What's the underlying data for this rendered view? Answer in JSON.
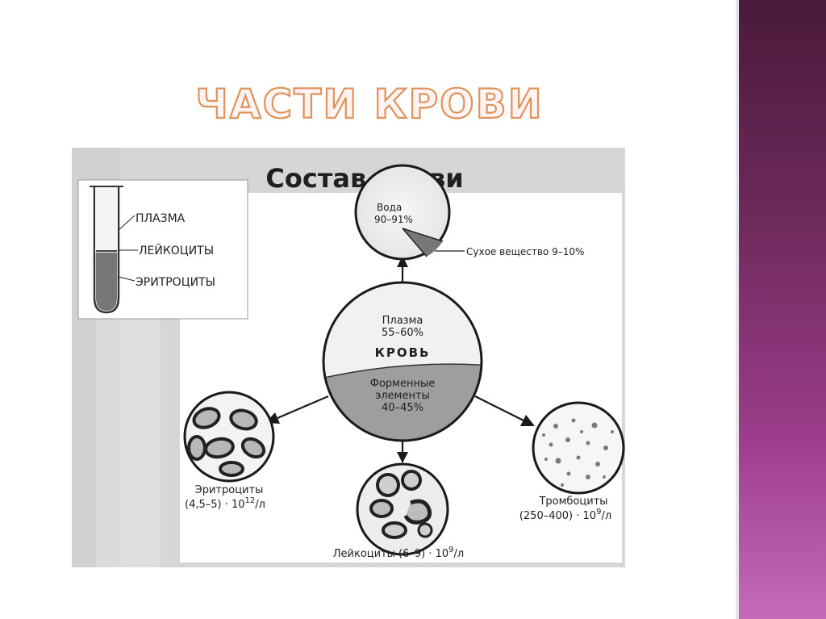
{
  "slide": {
    "title": "ЧАСТИ КРОВИ"
  },
  "diagram": {
    "heading": "Состав крови",
    "tube_labels": {
      "plasma": "ПЛАЗМА",
      "leukocytes": "ЛЕЙКОЦИТЫ",
      "erythrocytes": "ЭРИТРОЦИТЫ"
    },
    "water": {
      "label": "Вода",
      "value": "90–91%",
      "dry_matter": "Сухое вещество 9–10%"
    },
    "blood": {
      "plasma_label": "Плазма",
      "plasma_value": "55–60%",
      "center_label": "КРОВЬ",
      "formed_label_1": "Форменные",
      "formed_label_2": "элементы",
      "formed_value": "40–45%"
    },
    "erythrocytes": {
      "label": "Эритроциты",
      "count_prefix": "(4,5–5) · 10",
      "exponent": "12",
      "unit": "/л"
    },
    "leukocytes": {
      "label_prefix": "Лейкоциты (6–9) · 10",
      "exponent": "9",
      "unit": "/л"
    },
    "platelets": {
      "label": "Тромбоциты",
      "count_prefix": "(250–400) · 10",
      "exponent": "9",
      "unit": "/л"
    }
  }
}
